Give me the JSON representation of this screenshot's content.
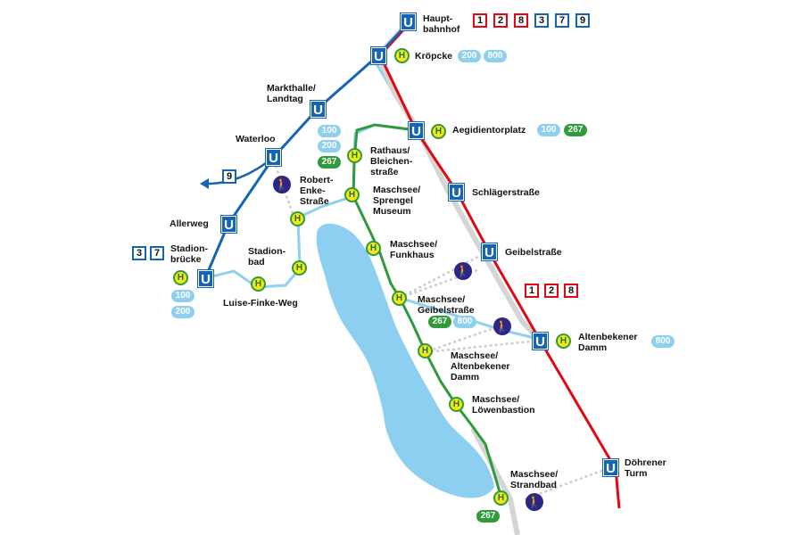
{
  "colors": {
    "red_line": "#e30613",
    "blue_line": "#1565b4",
    "green_line": "#2f9b3a",
    "light_bus": "#8fd0ef",
    "lake": "#8ccff0",
    "walk_path": "#cccccc",
    "walk_icon": "#2c2684",
    "tram_stop_fill": "#f5e714"
  },
  "symbols": {
    "ubahn": "U",
    "bus_stop": "H",
    "walk_icon": "pedestrian-icon",
    "arrow": "arrow-left-icon"
  },
  "stations": [
    {
      "id": "hauptbahnhof",
      "name": "Haupt-\nbahnhof",
      "symbols": [
        "U"
      ]
    },
    {
      "id": "kroepcke",
      "name": "Kröpcke",
      "symbols": [
        "U",
        "H"
      ]
    },
    {
      "id": "markthalle",
      "name": "Markthalle/\nLandtag",
      "symbols": [
        "U"
      ]
    },
    {
      "id": "waterloo",
      "name": "Waterloo",
      "symbols": [
        "U"
      ]
    },
    {
      "id": "allerweg",
      "name": "Allerweg",
      "symbols": [
        "U"
      ]
    },
    {
      "id": "stadionbruecke",
      "name": "Stadion-\nbrücke",
      "symbols": [
        "U",
        "H"
      ]
    },
    {
      "id": "aegidientorplatz",
      "name": "Aegidientorplatz",
      "symbols": [
        "U",
        "H"
      ]
    },
    {
      "id": "schlaegerstrasse",
      "name": "Schlägerstraße",
      "symbols": [
        "U"
      ]
    },
    {
      "id": "geibelstrasse",
      "name": "Geibelstraße",
      "symbols": [
        "U"
      ]
    },
    {
      "id": "altenbekener",
      "name": "Altenbekener\nDamm",
      "symbols": [
        "U",
        "H"
      ]
    },
    {
      "id": "doehrener",
      "name": "Döhrener\nTurm",
      "symbols": [
        "U"
      ]
    },
    {
      "id": "rathaus",
      "name": "Rathaus/\nBleichen-\nstraße",
      "symbols": [
        "H"
      ]
    },
    {
      "id": "robert_enke",
      "name": "Robert-\nEnke-\nStraße",
      "symbols": [
        "H"
      ]
    },
    {
      "id": "stadionbad",
      "name": "Stadion-\nbad",
      "symbols": [
        "H"
      ]
    },
    {
      "id": "luise_finke",
      "name": "Luise-Finke-Weg",
      "symbols": [
        "H"
      ]
    },
    {
      "id": "maschsee_sprengel",
      "name": "Maschsee/\nSprengel\nMuseum",
      "symbols": [
        "H"
      ]
    },
    {
      "id": "maschsee_funkhaus",
      "name": "Maschsee/\nFunkhaus",
      "symbols": [
        "H"
      ]
    },
    {
      "id": "maschsee_geibel",
      "name": "Maschsee/\nGeibelstraße",
      "symbols": [
        "H"
      ]
    },
    {
      "id": "maschsee_altenbekener",
      "name": "Maschsee/\nAltenbekener\nDamm",
      "symbols": [
        "H"
      ]
    },
    {
      "id": "maschsee_loewenbastion",
      "name": "Maschsee/\nLöwenbastion",
      "symbols": [
        "H"
      ]
    },
    {
      "id": "maschsee_strandbad",
      "name": "Maschsee/\nStrandbad",
      "symbols": [
        "H"
      ]
    }
  ],
  "route_boxes": {
    "hauptbahnhof": [
      {
        "label": "1",
        "color": "red"
      },
      {
        "label": "2",
        "color": "red"
      },
      {
        "label": "8",
        "color": "red"
      },
      {
        "label": "3",
        "color": "blue"
      },
      {
        "label": "7",
        "color": "blue"
      },
      {
        "label": "9",
        "color": "blue"
      }
    ],
    "waterloo_branch": [
      {
        "label": "9",
        "color": "blue"
      }
    ],
    "stadionbruecke": [
      {
        "label": "3",
        "color": "blue"
      },
      {
        "label": "7",
        "color": "blue"
      }
    ],
    "red_line": [
      {
        "label": "1",
        "color": "red"
      },
      {
        "label": "2",
        "color": "red"
      },
      {
        "label": "8",
        "color": "red"
      }
    ]
  },
  "bus_badges": {
    "kroepcke": [
      {
        "label": "200",
        "style": "light"
      },
      {
        "label": "800",
        "style": "light"
      }
    ],
    "aegidientorplatz": [
      {
        "label": "100",
        "style": "light"
      },
      {
        "label": "267",
        "style": "green"
      }
    ],
    "rathaus": [
      {
        "label": "100",
        "style": "light"
      },
      {
        "label": "200",
        "style": "light"
      },
      {
        "label": "267",
        "style": "green"
      }
    ],
    "stadionbruecke": [
      {
        "label": "100",
        "style": "light"
      },
      {
        "label": "200",
        "style": "light"
      }
    ],
    "maschsee_geibel": [
      {
        "label": "267",
        "style": "green"
      },
      {
        "label": "800",
        "style": "light"
      }
    ],
    "altenbekener": [
      {
        "label": "800",
        "style": "light"
      }
    ],
    "maschsee_strandbad": [
      {
        "label": "267",
        "style": "green"
      }
    ]
  }
}
